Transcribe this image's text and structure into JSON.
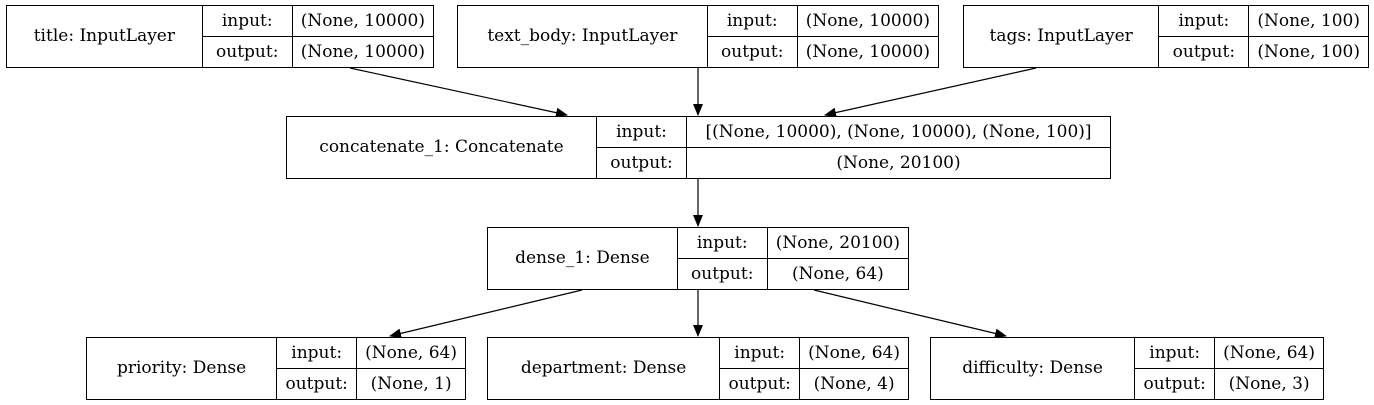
{
  "nodes": {
    "title": {
      "name": "title: InputLayer",
      "input_label": "input:",
      "input_value": "(None, 10000)",
      "output_label": "output:",
      "output_value": "(None, 10000)"
    },
    "text_body": {
      "name": "text_body: InputLayer",
      "input_label": "input:",
      "input_value": "(None, 10000)",
      "output_label": "output:",
      "output_value": "(None, 10000)"
    },
    "tags": {
      "name": "tags: InputLayer",
      "input_label": "input:",
      "input_value": "(None, 100)",
      "output_label": "output:",
      "output_value": "(None, 100)"
    },
    "concatenate": {
      "name": "concatenate_1: Concatenate",
      "input_label": "input:",
      "input_value": "[(None, 10000), (None, 10000), (None, 100)]",
      "output_label": "output:",
      "output_value": "(None, 20100)"
    },
    "dense": {
      "name": "dense_1: Dense",
      "input_label": "input:",
      "input_value": "(None, 20100)",
      "output_label": "output:",
      "output_value": "(None, 64)"
    },
    "priority": {
      "name": "priority: Dense",
      "input_label": "input:",
      "input_value": "(None, 64)",
      "output_label": "output:",
      "output_value": "(None, 1)"
    },
    "department": {
      "name": "department: Dense",
      "input_label": "input:",
      "input_value": "(None, 64)",
      "output_label": "output:",
      "output_value": "(None, 4)"
    },
    "difficulty": {
      "name": "difficulty: Dense",
      "input_label": "input:",
      "input_value": "(None, 64)",
      "output_label": "output:",
      "output_value": "(None, 3)"
    }
  },
  "edges": [
    {
      "from": "title",
      "to": "concatenate"
    },
    {
      "from": "text_body",
      "to": "concatenate"
    },
    {
      "from": "tags",
      "to": "concatenate"
    },
    {
      "from": "concatenate",
      "to": "dense"
    },
    {
      "from": "dense",
      "to": "priority"
    },
    {
      "from": "dense",
      "to": "department"
    },
    {
      "from": "dense",
      "to": "difficulty"
    }
  ]
}
